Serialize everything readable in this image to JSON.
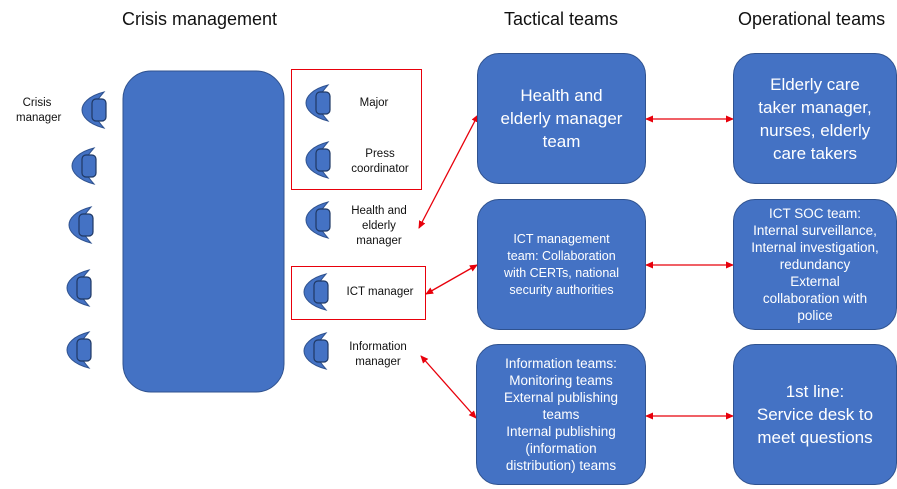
{
  "headings": {
    "crisis_management": "Crisis management",
    "tactical_teams": "Tactical teams",
    "operational_teams": "Operational teams"
  },
  "left_labels": {
    "crisis_manager": "Crisis\nmanager"
  },
  "roles": {
    "major": "Major",
    "press_coordinator": "Press\ncoordinator",
    "health_elderly_manager": "Health and\nelderly\nmanager",
    "ict_manager": "ICT manager",
    "information_manager": "Information\nmanager"
  },
  "tactical": {
    "health": "Health and\nelderly manager\nteam",
    "ict": "ICT management\nteam: Collaboration\nwith CERTs, national\nsecurity authorities",
    "information": "Information teams:\nMonitoring teams\nExternal publishing\nteams\nInternal publishing\n(information\ndistribution) teams"
  },
  "operational": {
    "health": "Elderly care\ntaker manager,\nnurses, elderly\ncare takers",
    "ict": "ICT SOC team:\nInternal surveillance,\nInternal investigation,\nredundancy\nExternal\ncollaboration with\npolice",
    "information": "1st line:\nService desk to\nmeet questions"
  },
  "colors": {
    "box_fill": "#4472c4",
    "box_border": "#2f528f",
    "arrow": "#e8000b",
    "highlight": "#e8000b"
  },
  "icons": {
    "seat": "chair-icon",
    "arrow": "double-headed-arrow"
  }
}
